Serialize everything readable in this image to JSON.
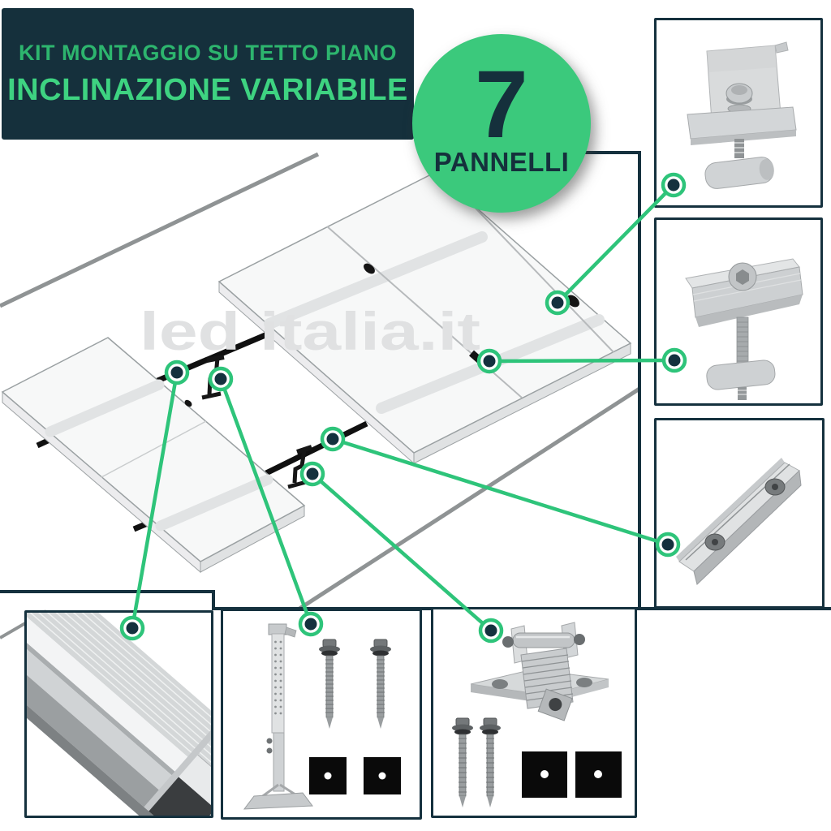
{
  "header": {
    "line1": "KIT MONTAGGIO SU TETTO PIANO",
    "line2": "INCLINAZIONE VARIABILE",
    "background": "#15303c",
    "line1_color": "#2db56e",
    "line2_color": "#3ed381"
  },
  "badge": {
    "number": "7",
    "label": "PANNELLI",
    "background": "#3bc97c",
    "text_color": "#15303c"
  },
  "watermark": {
    "text": "led italia.it"
  },
  "colors": {
    "navy": "#15313e",
    "green_accent": "#2ec47a",
    "panel_fill": "#f7f8f8",
    "rail_black": "#101010",
    "roof_line_gray": "#8f9394",
    "watermark_gray": "#e0e1e2"
  },
  "components": {
    "end_clamp": "end-clamp",
    "mid_clamp": "mid-clamp",
    "rail_connector": "rail-splice-connector",
    "mounting_rail": "mounting-rail-profile",
    "tilt_support": "adjustable-tilt-support-with-screws-and-pads",
    "roof_bracket": "hinged-roof-bracket-with-screws-and-pads"
  }
}
